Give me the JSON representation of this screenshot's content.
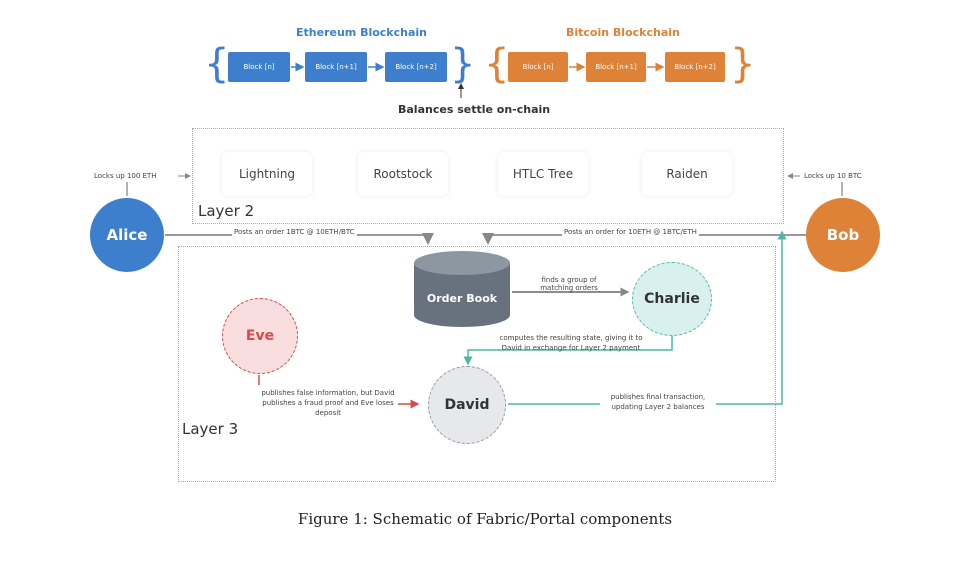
{
  "ethereum": {
    "title": "Ethereum Blockchain",
    "blocks": [
      "Block [n]",
      "Block [n+1]",
      "Block [n+2]"
    ],
    "color": "#3d7fcc"
  },
  "bitcoin": {
    "title": "Bitcoin Blockchain",
    "blocks": [
      "Block [n]",
      "Block [n+1]",
      "Block [n+2]"
    ],
    "color": "#dd8236"
  },
  "settle_label": "Balances settle on-chain",
  "layer2": {
    "label": "Layer 2",
    "protocols": [
      "Lightning",
      "Rootstock",
      "HTLC Tree",
      "Raiden"
    ]
  },
  "layer3": {
    "label": "Layer 3"
  },
  "alice": {
    "name": "Alice",
    "lock_label": "Locks up 100 ETH",
    "order_label": "Posts an order 1BTC @ 10ETH/BTC"
  },
  "bob": {
    "name": "Bob",
    "lock_label": "Locks up 10 BTC",
    "order_label": "Posts an order for 10ETH @ 1BTC/ETH"
  },
  "order_book": "Order Book",
  "charlie": {
    "name": "Charlie",
    "match_label": "finds a group of matching orders"
  },
  "compute_label": "computes the resulting state, giving it to David in exchange for Layer 2 payment",
  "eve": {
    "name": "Eve",
    "fraud_label": "publishes false information, but David publishes a fraud proof and Eve loses deposit"
  },
  "david": {
    "name": "David",
    "publish_label": "publishes final transaction, updating Layer 2 balances"
  },
  "caption": "Figure 1: Schematic of Fabric/Portal components"
}
